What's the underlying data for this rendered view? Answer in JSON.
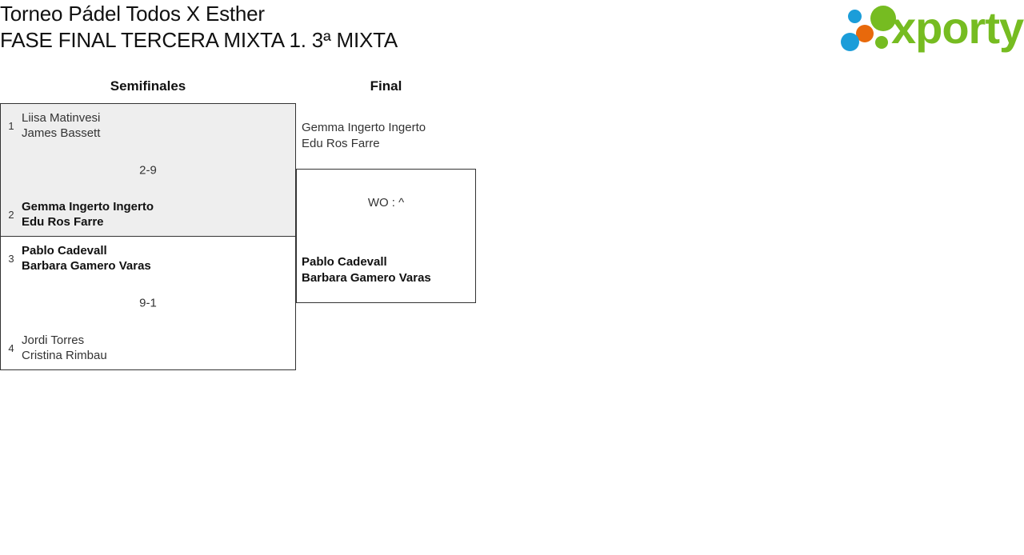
{
  "header": {
    "tournament_title": "Torneo Pádel Todos X Esther",
    "phase_title": "FASE FINAL TERCERA MIXTA 1. 3ª MIXTA",
    "logo": {
      "wordmark": "xporty",
      "dot_blue": "#1b9dd9",
      "dot_orange": "#e8690b",
      "dot_green": "#76bc21",
      "word_color": "#76bc21"
    }
  },
  "bracket": {
    "rounds": [
      {
        "label": "Semifinales"
      },
      {
        "label": "Final"
      }
    ],
    "colors": {
      "highlight_background": "#eeeeee",
      "box_border": "#333333",
      "text": "#333333",
      "winner_text": "#111111"
    },
    "semifinals": [
      {
        "top": {
          "seed": "1",
          "player1": "Liisa Matinvesi",
          "player2": "James Bassett"
        },
        "score": "2-9",
        "bottom": {
          "seed": "2",
          "player1": "Gemma Ingerto Ingerto",
          "player2": "Edu Ros Farre"
        }
      },
      {
        "top": {
          "seed": "3",
          "player1": "Pablo Cadevall",
          "player2": "Barbara Gamero Varas"
        },
        "score": "9-1",
        "bottom": {
          "seed": "4",
          "player1": "Jordi Torres",
          "player2": "Cristina Rimbau"
        }
      }
    ],
    "final": {
      "top": {
        "player1": "Gemma Ingerto Ingerto",
        "player2": "Edu Ros Farre"
      },
      "score": "WO : ^",
      "bottom": {
        "player1": "Pablo Cadevall",
        "player2": "Barbara Gamero Varas"
      }
    }
  }
}
